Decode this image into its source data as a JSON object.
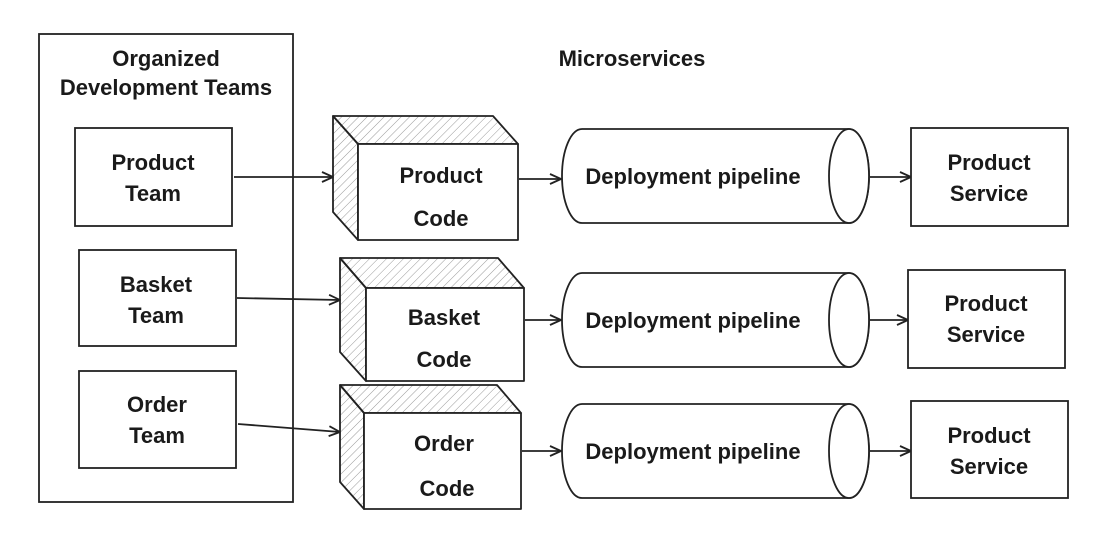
{
  "diagram": {
    "teams_container": {
      "title_line1": "Organized",
      "title_line2": "Development Teams"
    },
    "microservices_title": "Microservices",
    "rows": [
      {
        "team": [
          "Product",
          "Team"
        ],
        "code": [
          "Product",
          "Code"
        ],
        "pipeline": "Deployment pipeline",
        "service": [
          "Product",
          "Service"
        ]
      },
      {
        "team": [
          "Basket",
          "Team"
        ],
        "code": [
          "Basket",
          "Code"
        ],
        "pipeline": "Deployment pipeline",
        "service": [
          "Product",
          "Service"
        ]
      },
      {
        "team": [
          "Order",
          "Team"
        ],
        "code": [
          "Order",
          "Code"
        ],
        "pipeline": "Deployment pipeline",
        "service": [
          "Product",
          "Service"
        ]
      }
    ]
  }
}
